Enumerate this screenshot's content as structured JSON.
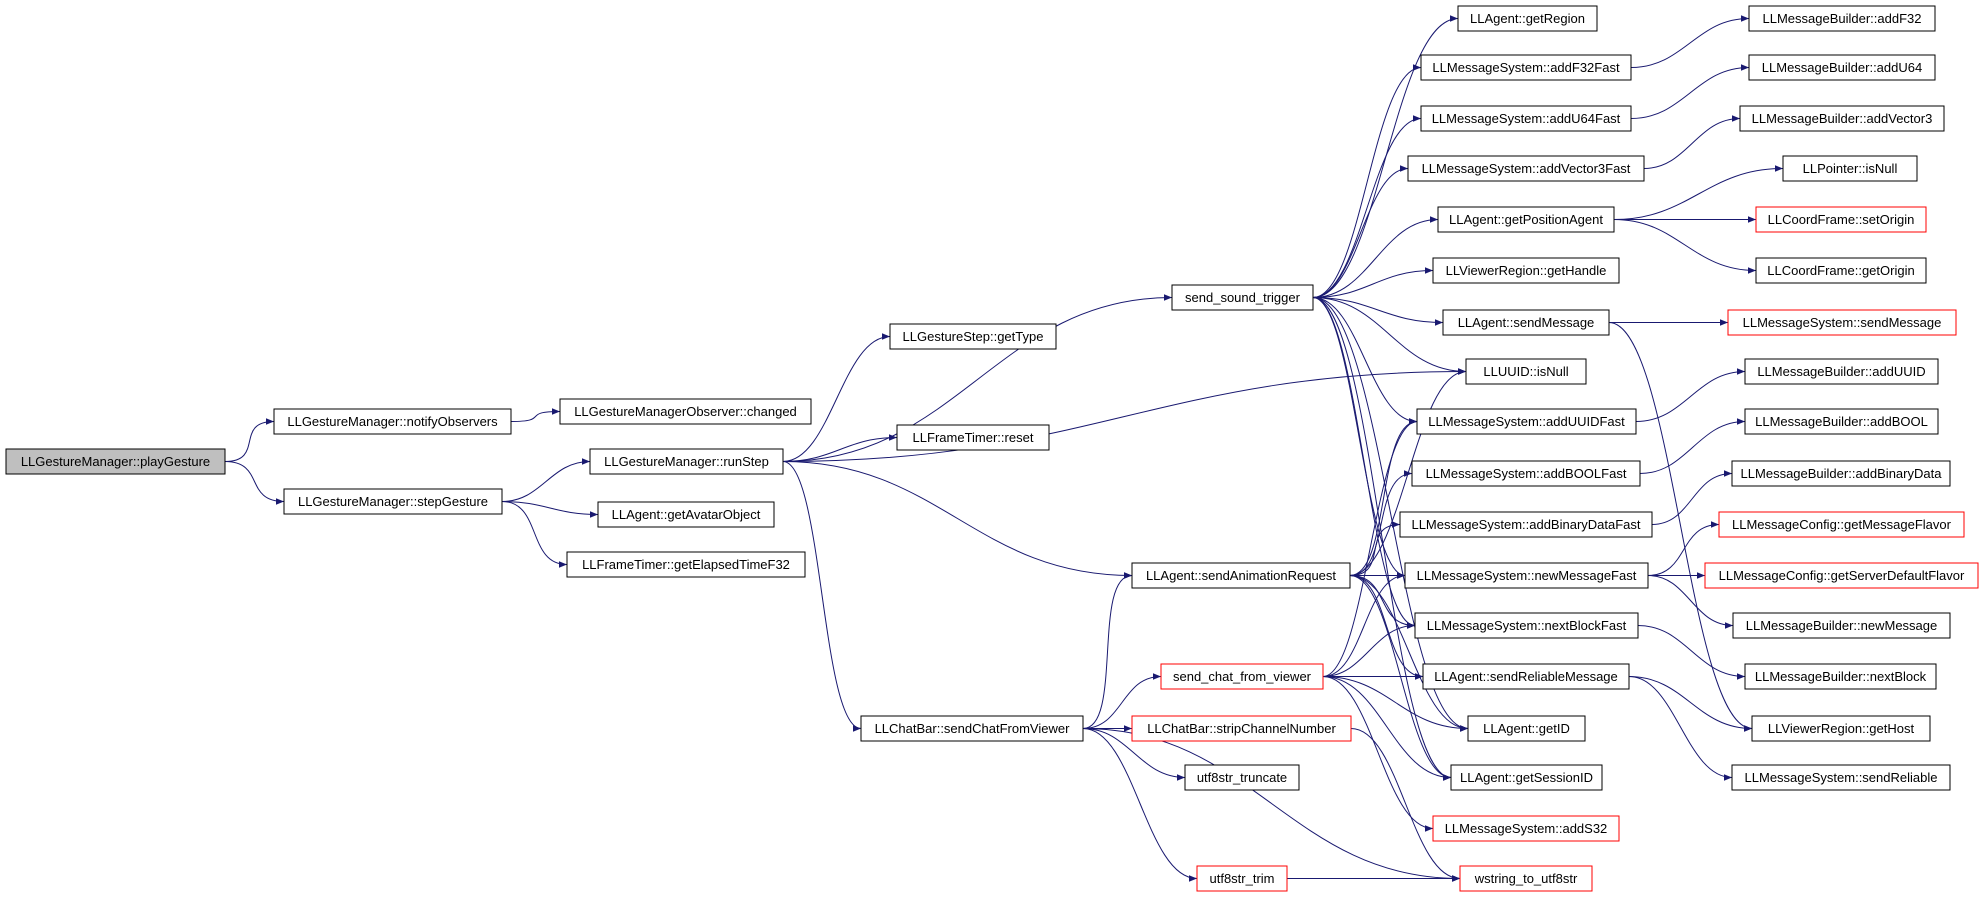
{
  "graph": {
    "edge_color": "#191970",
    "truncated_border_color": "#ff0000",
    "root_fill": "#bfbfbf",
    "nodes": [
      {
        "id": "n0",
        "label": "LLGestureManager::playGesture",
        "kind": "root"
      },
      {
        "id": "n1",
        "label": "LLGestureManager::notifyObservers",
        "kind": "normal"
      },
      {
        "id": "n2",
        "label": "LLGestureManager::stepGesture",
        "kind": "normal"
      },
      {
        "id": "n3",
        "label": "LLGestureManagerObserver::changed",
        "kind": "normal"
      },
      {
        "id": "n4",
        "label": "LLGestureManager::runStep",
        "kind": "normal"
      },
      {
        "id": "n5",
        "label": "LLAgent::getAvatarObject",
        "kind": "normal"
      },
      {
        "id": "n6",
        "label": "LLFrameTimer::getElapsedTimeF32",
        "kind": "normal"
      },
      {
        "id": "n7",
        "label": "LLGestureStep::getType",
        "kind": "normal"
      },
      {
        "id": "n8",
        "label": "LLFrameTimer::reset",
        "kind": "normal"
      },
      {
        "id": "n9",
        "label": "LLChatBar::sendChatFromViewer",
        "kind": "normal"
      },
      {
        "id": "n10",
        "label": "send_sound_trigger",
        "kind": "normal"
      },
      {
        "id": "n11",
        "label": "LLAgent::sendAnimationRequest",
        "kind": "normal"
      },
      {
        "id": "n12",
        "label": "send_chat_from_viewer",
        "kind": "truncated"
      },
      {
        "id": "n13",
        "label": "LLChatBar::stripChannelNumber",
        "kind": "truncated"
      },
      {
        "id": "n14",
        "label": "utf8str_truncate",
        "kind": "normal"
      },
      {
        "id": "n15",
        "label": "utf8str_trim",
        "kind": "truncated"
      },
      {
        "id": "n16",
        "label": "LLAgent::getRegion",
        "kind": "normal"
      },
      {
        "id": "n17",
        "label": "LLMessageSystem::addF32Fast",
        "kind": "normal"
      },
      {
        "id": "n18",
        "label": "LLMessageSystem::addU64Fast",
        "kind": "normal"
      },
      {
        "id": "n19",
        "label": "LLMessageSystem::addVector3Fast",
        "kind": "normal"
      },
      {
        "id": "n20",
        "label": "LLAgent::getPositionAgent",
        "kind": "normal"
      },
      {
        "id": "n21",
        "label": "LLViewerRegion::getHandle",
        "kind": "normal"
      },
      {
        "id": "n22",
        "label": "LLAgent::sendMessage",
        "kind": "normal"
      },
      {
        "id": "n23",
        "label": "LLUUID::isNull",
        "kind": "normal"
      },
      {
        "id": "n24",
        "label": "LLMessageSystem::addUUIDFast",
        "kind": "normal"
      },
      {
        "id": "n25",
        "label": "LLMessageSystem::addBOOLFast",
        "kind": "normal"
      },
      {
        "id": "n26",
        "label": "LLMessageSystem::addBinaryDataFast",
        "kind": "normal"
      },
      {
        "id": "n27",
        "label": "LLMessageSystem::newMessageFast",
        "kind": "normal"
      },
      {
        "id": "n28",
        "label": "LLMessageSystem::nextBlockFast",
        "kind": "normal"
      },
      {
        "id": "n29",
        "label": "LLAgent::sendReliableMessage",
        "kind": "normal"
      },
      {
        "id": "n30",
        "label": "LLAgent::getID",
        "kind": "normal"
      },
      {
        "id": "n31",
        "label": "LLAgent::getSessionID",
        "kind": "normal"
      },
      {
        "id": "n32",
        "label": "LLMessageSystem::addS32",
        "kind": "truncated"
      },
      {
        "id": "n33",
        "label": "wstring_to_utf8str",
        "kind": "truncated"
      },
      {
        "id": "n34",
        "label": "LLMessageBuilder::addF32",
        "kind": "normal"
      },
      {
        "id": "n35",
        "label": "LLMessageBuilder::addU64",
        "kind": "normal"
      },
      {
        "id": "n36",
        "label": "LLMessageBuilder::addVector3",
        "kind": "normal"
      },
      {
        "id": "n37",
        "label": "LLPointer::isNull",
        "kind": "normal"
      },
      {
        "id": "n38",
        "label": "LLCoordFrame::setOrigin",
        "kind": "truncated"
      },
      {
        "id": "n39",
        "label": "LLCoordFrame::getOrigin",
        "kind": "normal"
      },
      {
        "id": "n40",
        "label": "LLMessageSystem::sendMessage",
        "kind": "truncated"
      },
      {
        "id": "n41",
        "label": "LLMessageBuilder::addUUID",
        "kind": "normal"
      },
      {
        "id": "n42",
        "label": "LLMessageBuilder::addBOOL",
        "kind": "normal"
      },
      {
        "id": "n43",
        "label": "LLMessageBuilder::addBinaryData",
        "kind": "normal"
      },
      {
        "id": "n44",
        "label": "LLMessageConfig::getMessageFlavor",
        "kind": "truncated"
      },
      {
        "id": "n45",
        "label": "LLMessageConfig::getServerDefaultFlavor",
        "kind": "truncated"
      },
      {
        "id": "n46",
        "label": "LLMessageBuilder::newMessage",
        "kind": "normal"
      },
      {
        "id": "n47",
        "label": "LLMessageBuilder::nextBlock",
        "kind": "normal"
      },
      {
        "id": "n48",
        "label": "LLViewerRegion::getHost",
        "kind": "normal"
      },
      {
        "id": "n49",
        "label": "LLMessageSystem::sendReliable",
        "kind": "normal"
      }
    ],
    "edges": [
      [
        "n0",
        "n1"
      ],
      [
        "n0",
        "n2"
      ],
      [
        "n1",
        "n3"
      ],
      [
        "n2",
        "n4"
      ],
      [
        "n2",
        "n5"
      ],
      [
        "n2",
        "n6"
      ],
      [
        "n4",
        "n7"
      ],
      [
        "n4",
        "n8"
      ],
      [
        "n4",
        "n23"
      ],
      [
        "n4",
        "n10"
      ],
      [
        "n4",
        "n11"
      ],
      [
        "n4",
        "n9"
      ],
      [
        "n9",
        "n11"
      ],
      [
        "n9",
        "n12"
      ],
      [
        "n9",
        "n13"
      ],
      [
        "n9",
        "n14"
      ],
      [
        "n9",
        "n15"
      ],
      [
        "n9",
        "n33"
      ],
      [
        "n10",
        "n16"
      ],
      [
        "n10",
        "n17"
      ],
      [
        "n10",
        "n18"
      ],
      [
        "n10",
        "n19"
      ],
      [
        "n10",
        "n20"
      ],
      [
        "n10",
        "n21"
      ],
      [
        "n10",
        "n22"
      ],
      [
        "n10",
        "n23"
      ],
      [
        "n10",
        "n24"
      ],
      [
        "n10",
        "n27"
      ],
      [
        "n10",
        "n28"
      ],
      [
        "n10",
        "n30"
      ],
      [
        "n10",
        "n31"
      ],
      [
        "n11",
        "n24"
      ],
      [
        "n11",
        "n25"
      ],
      [
        "n11",
        "n26"
      ],
      [
        "n11",
        "n27"
      ],
      [
        "n11",
        "n28"
      ],
      [
        "n11",
        "n29"
      ],
      [
        "n11",
        "n30"
      ],
      [
        "n11",
        "n31"
      ],
      [
        "n11",
        "n23"
      ],
      [
        "n12",
        "n24"
      ],
      [
        "n12",
        "n27"
      ],
      [
        "n12",
        "n28"
      ],
      [
        "n12",
        "n29"
      ],
      [
        "n12",
        "n30"
      ],
      [
        "n12",
        "n31"
      ],
      [
        "n12",
        "n32"
      ],
      [
        "n13",
        "n33"
      ],
      [
        "n15",
        "n33"
      ],
      [
        "n17",
        "n34"
      ],
      [
        "n18",
        "n35"
      ],
      [
        "n19",
        "n36"
      ],
      [
        "n20",
        "n37"
      ],
      [
        "n20",
        "n38"
      ],
      [
        "n20",
        "n39"
      ],
      [
        "n22",
        "n40"
      ],
      [
        "n22",
        "n48"
      ],
      [
        "n24",
        "n41"
      ],
      [
        "n25",
        "n42"
      ],
      [
        "n26",
        "n43"
      ],
      [
        "n27",
        "n44"
      ],
      [
        "n27",
        "n45"
      ],
      [
        "n27",
        "n46"
      ],
      [
        "n28",
        "n47"
      ],
      [
        "n29",
        "n48"
      ],
      [
        "n29",
        "n49"
      ]
    ]
  }
}
